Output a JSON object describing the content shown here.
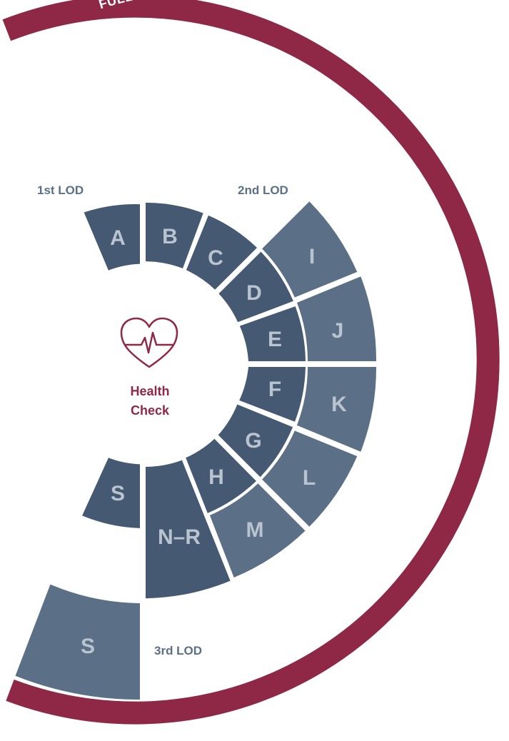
{
  "colors": {
    "ring": "#8f2746",
    "inner_segment": "#455a72",
    "outer_segment": "#5b7086",
    "segment_label": "#b9c4d0",
    "lod_label": "#5b7086",
    "health_check": "#8f2746",
    "background": "#ffffff"
  },
  "ring_text": "FULL-SERVICE :  Initiales Onboarding |lfd. Steuerung & Überwachung |Portfolio-Optimierung & Exit Management |Audit",
  "lod_labels": {
    "first": "1st LOD",
    "second": "2nd LOD",
    "third": "3rd LOD"
  },
  "health_check": {
    "icon": "heart-pulse-icon",
    "line1": "Health",
    "line2": "Check"
  },
  "segments": {
    "a": "A",
    "b": "B",
    "c": "C",
    "d": "D",
    "e": "E",
    "f": "F",
    "g": "G",
    "h": "H",
    "i": "I",
    "j": "J",
    "k": "K",
    "l": "L",
    "m": "M",
    "n_r": "N–R",
    "s_first": "S",
    "s_third": "S"
  }
}
